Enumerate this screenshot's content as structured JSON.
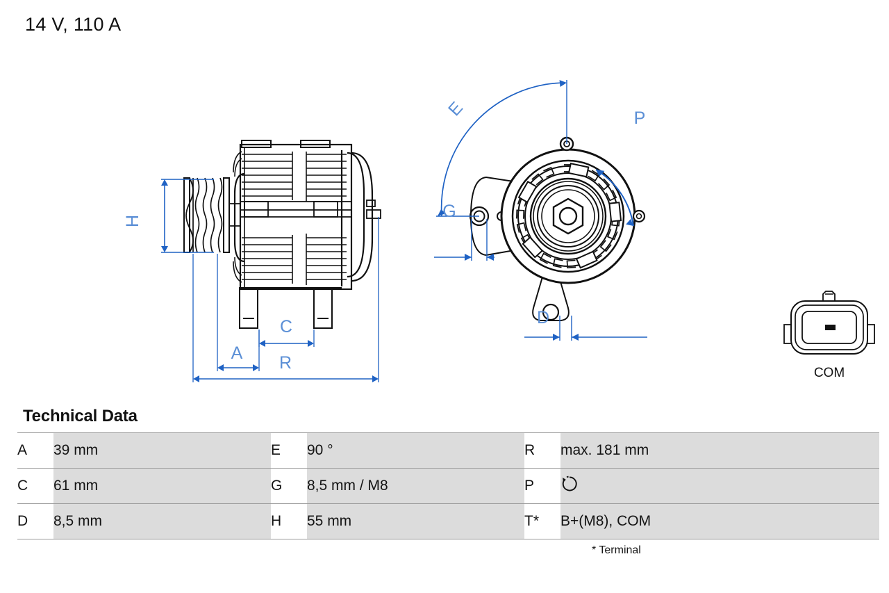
{
  "page": {
    "title": "14 V, 110 A"
  },
  "colors": {
    "dimension_blue": "#1f62c4",
    "dimension_label_blue": "#5b8fd6",
    "outline_black": "#111111",
    "table_value_bg": "#dcdcdc",
    "table_rule": "#9a9a9a"
  },
  "drawing": {
    "side_view": {
      "name": "alternator-side-view",
      "dimension_labels": [
        "H",
        "A",
        "C",
        "R"
      ]
    },
    "front_view": {
      "name": "alternator-front-view",
      "dimension_labels": [
        "E",
        "G",
        "P",
        "D"
      ]
    },
    "connector": {
      "name": "com-connector",
      "label": "COM"
    }
  },
  "tech": {
    "heading": "Technical Data",
    "footnote": "* Terminal",
    "rows": [
      {
        "k1": "A",
        "v1": "39 mm",
        "k2": "E",
        "v2": "90 °",
        "k3": "R",
        "v3": "max. 181 mm"
      },
      {
        "k1": "C",
        "v1": "61 mm",
        "k2": "G",
        "v2": "8,5 mm / M8",
        "k3": "P",
        "v3": ""
      },
      {
        "k1": "D",
        "v1": "8,5 mm",
        "k2": "H",
        "v2": "55 mm",
        "k3": "T*",
        "v3": "B+(M8), COM"
      }
    ]
  }
}
